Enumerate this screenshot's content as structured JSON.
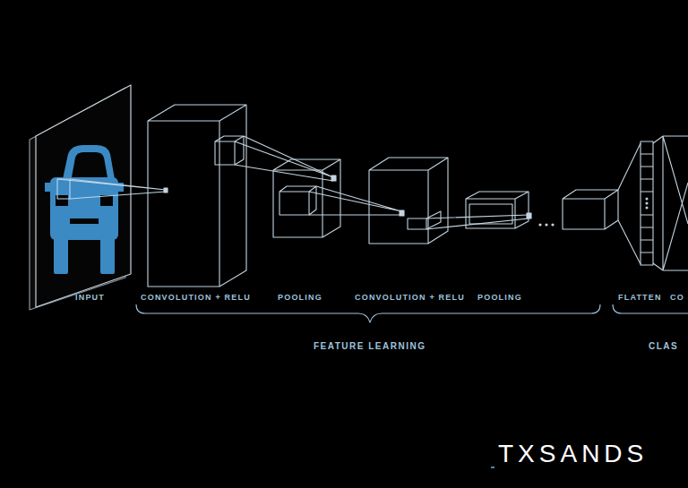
{
  "diagram": {
    "labels": [
      "INPUT",
      "CONVOLUTION + RELU",
      "POOLING",
      "CONVOLUTION + RELU",
      "POOLING",
      "FLATTEN",
      "CO",
      "FEATURE LEARNING",
      "CLAS",
      "TXSANDS"
    ]
  }
}
